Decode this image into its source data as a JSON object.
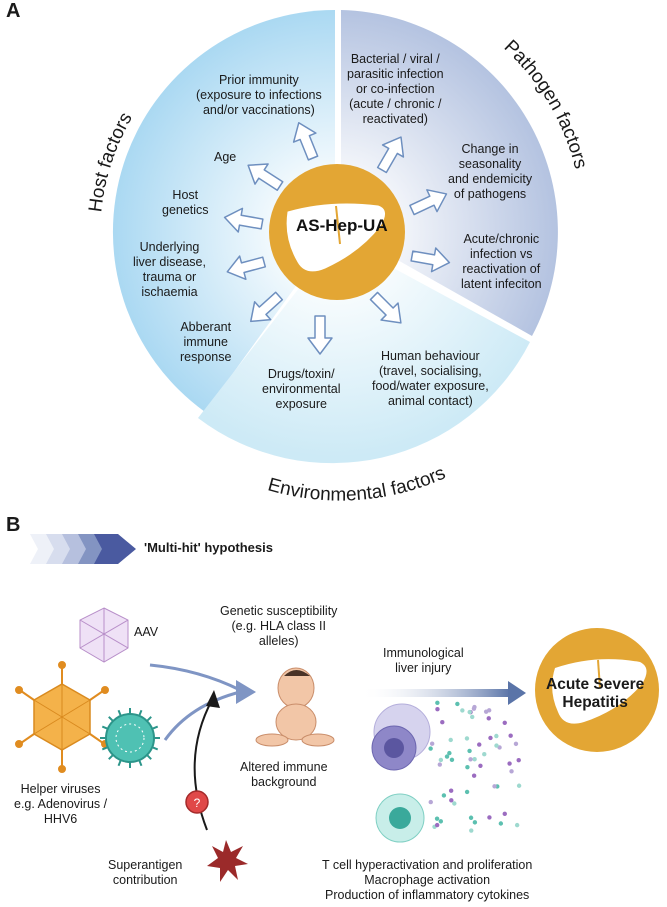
{
  "panel_a": {
    "letter": "A",
    "center_label": "AS-Hep-UA",
    "sectors": {
      "host": "Host factors",
      "pathogen": "Pathogen factors",
      "environmental": "Environmental factors"
    },
    "host_factors": [
      "Prior immunity\n(exposure to infections\nand/or vaccinations)",
      "Age",
      "Host\ngenetics",
      "Underlying\nliver disease,\ntrauma or\nischaemia",
      "Abberant\nimmune\nresponse"
    ],
    "pathogen_factors": [
      "Bacterial / viral /\nparasitic infection\nor co-infection\n(acute / chronic /\nreactivated)",
      "Change in\nseasonality\nand endemicity\nof pathogens",
      "Acute/chronic\ninfection vs\nreactivation of\nlatent infeciton"
    ],
    "environmental_factors": [
      "Drugs/toxin/\nenvironmental\nexposure",
      "Human behaviour\n(travel, socialising,\nfood/water exposure,\nanimal contact)"
    ]
  },
  "panel_b": {
    "letter": "B",
    "hypothesis": "'Multi-hit' hypothesis",
    "aav": "AAV",
    "helper_viruses": "Helper viruses\ne.g. Adenovirus /\nHHV6",
    "genetic": "Genetic susceptibility\n(e.g. HLA class II\nalleles)",
    "immune_background": "Altered immune\nbackground",
    "question_mark": "?",
    "superantigen": "Superantigen\ncontribution",
    "injury": "Immunological\nliver injury",
    "outcome": "Acute Severe\nHepatitis",
    "mechanisms": "T cell hyperactivation and proliferation\nMacrophage activation\nProduction of inflammatory cytokines"
  },
  "colors": {
    "host_sector": "#a9d8f2",
    "pathogen_sector": "#b9c7e3",
    "environment_sector": "#d4eef8",
    "liver_circle": "#e3a634",
    "arrow_blue": "#5a74a8",
    "virus_orange": "#f0a53a",
    "virus_teal": "#3bb3a6",
    "star_red": "#9b2a2a"
  }
}
